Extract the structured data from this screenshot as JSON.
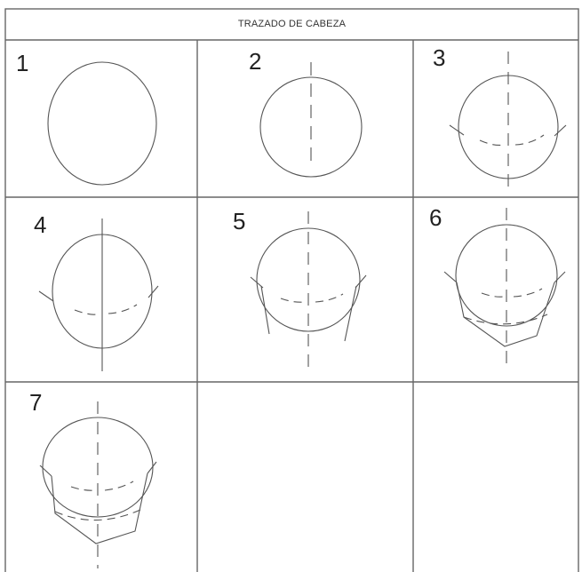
{
  "title": "TRAZADO DE CABEZA",
  "steps": [
    {
      "number": "1"
    },
    {
      "number": "2"
    },
    {
      "number": "3"
    },
    {
      "number": "4"
    },
    {
      "number": "5"
    },
    {
      "number": "6"
    },
    {
      "number": "7"
    }
  ]
}
